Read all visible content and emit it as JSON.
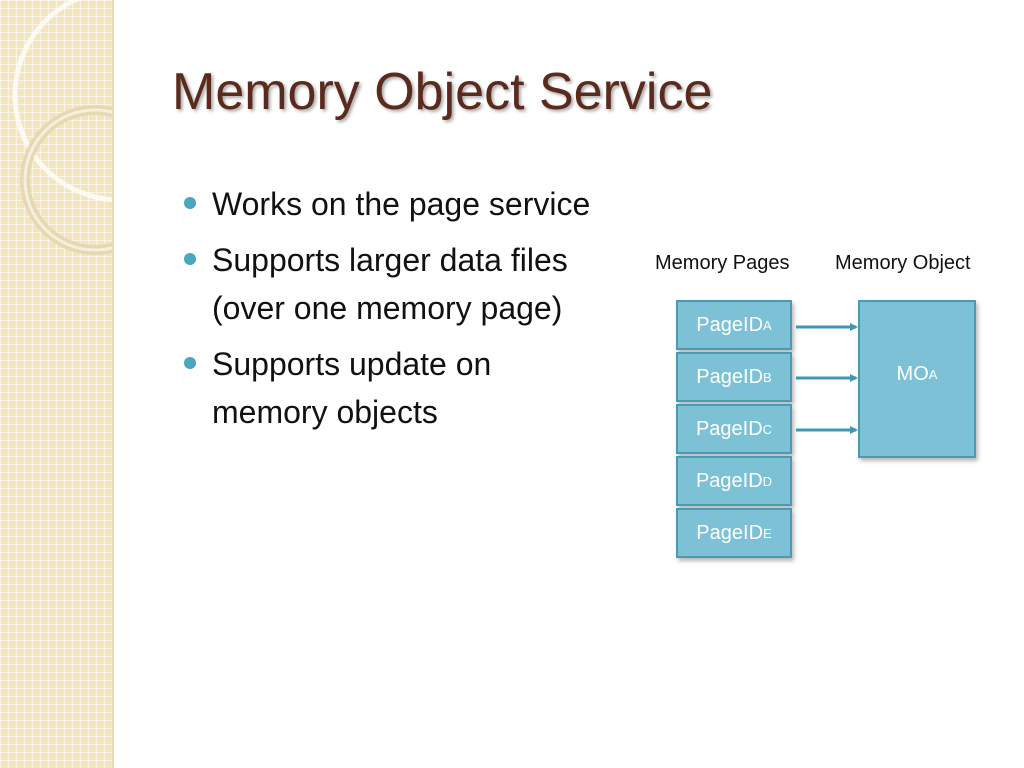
{
  "slide": {
    "title": "Memory Object Service",
    "bullets": [
      "Works on the page service",
      "Supports larger data files (over one memory page)",
      "Supports update on memory objects"
    ]
  },
  "diagram": {
    "memory_pages_label": "Memory Pages",
    "memory_object_label": "Memory Object",
    "pages": [
      {
        "name": "PageID",
        "sub": "A"
      },
      {
        "name": "PageID",
        "sub": "B"
      },
      {
        "name": "PageID",
        "sub": "C"
      },
      {
        "name": "PageID",
        "sub": "D"
      },
      {
        "name": "PageID",
        "sub": "E"
      }
    ],
    "memory_object": {
      "name": "MO",
      "sub": "A"
    },
    "colors": {
      "box_fill": "#7dc1d6",
      "box_border": "#4b9ab2",
      "arrow": "#3f97b2",
      "title": "#5a2a1c",
      "bullet_dot": "#4aa5bf"
    }
  }
}
